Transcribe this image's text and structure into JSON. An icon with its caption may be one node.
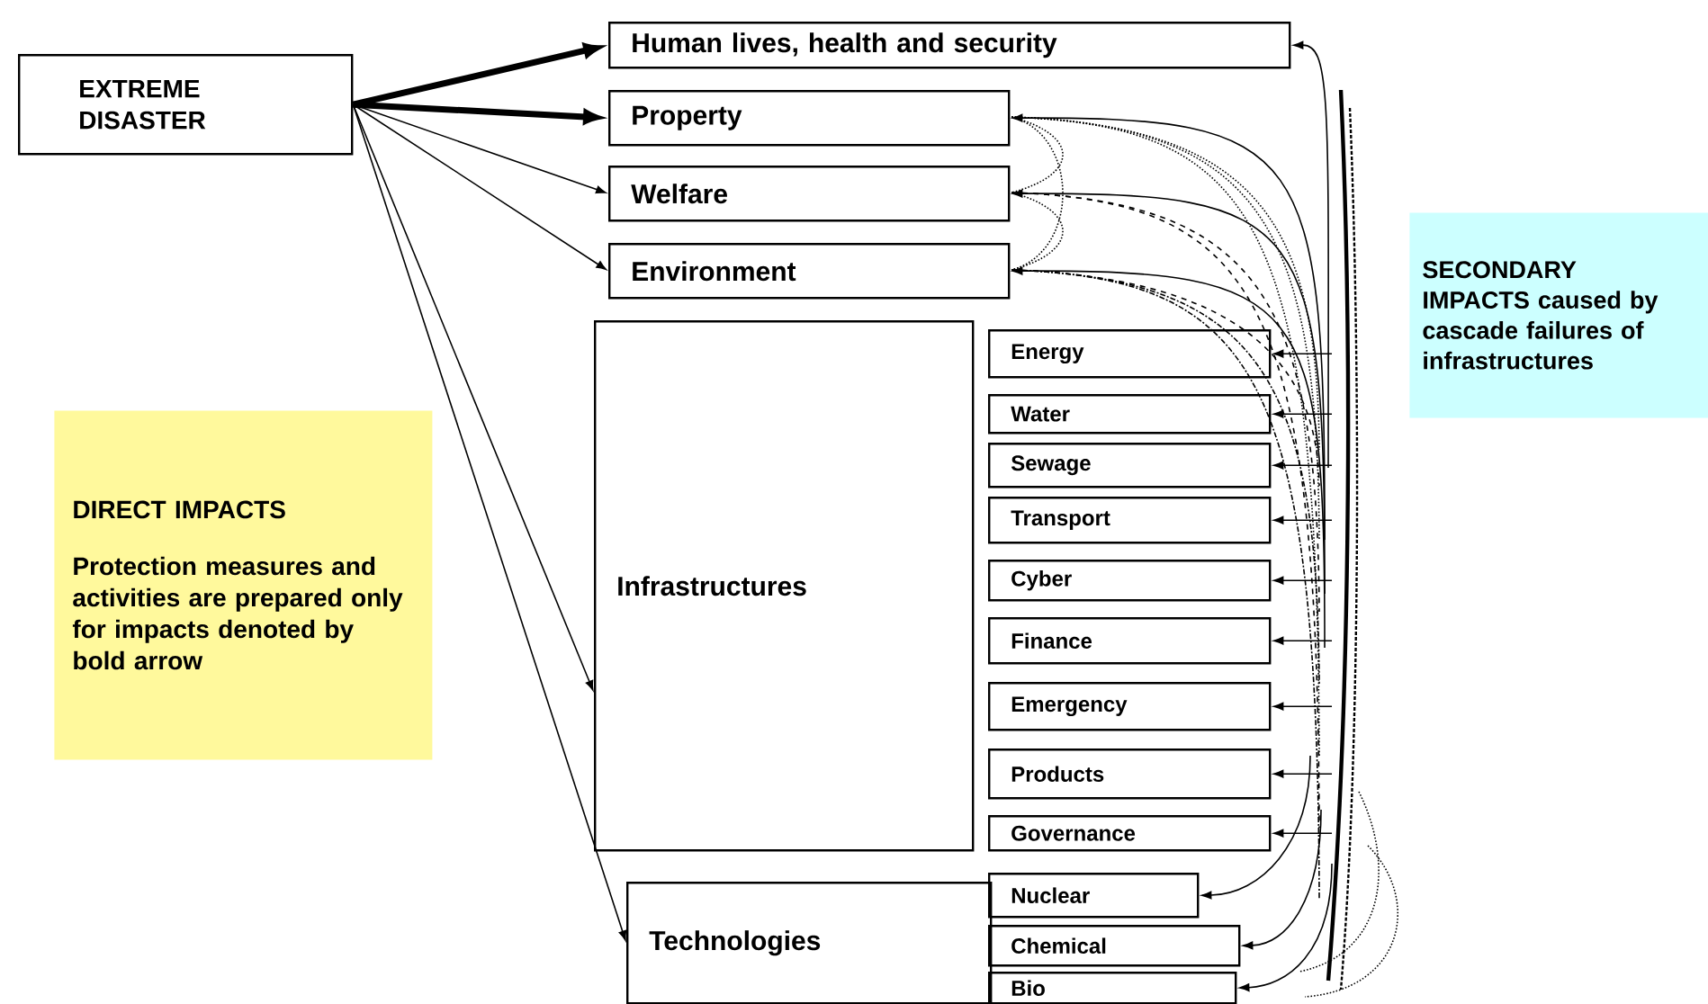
{
  "diagram": {
    "nodes": [
      {
        "text": [
          "EXTREME DISASTER"
        ]
      },
      {
        "text": [
          "Human lives, health and security"
        ]
      },
      {
        "text": [
          "Property"
        ]
      },
      {
        "text": [
          "Welfare"
        ]
      },
      {
        "text": [
          "Environment"
        ]
      },
      {
        "text": [
          "Infrastructures"
        ]
      },
      {
        "text": [
          "Energy"
        ]
      },
      {
        "text": [
          "Water"
        ]
      },
      {
        "text": [
          "Sewage"
        ]
      },
      {
        "text": [
          "Transport"
        ]
      },
      {
        "text": [
          "Cyber"
        ]
      },
      {
        "text": [
          "Finance"
        ]
      },
      {
        "text": [
          "Emergency"
        ]
      },
      {
        "text": [
          "Products"
        ]
      },
      {
        "text": [
          "Governance"
        ]
      },
      {
        "text": [
          "Technologies"
        ]
      },
      {
        "text": [
          "Nuclear"
        ]
      },
      {
        "text": [
          "Chemical"
        ]
      },
      {
        "text": [
          "Bio"
        ]
      },
      {
        "text": [
          "DIRECT IMPACTS",
          "Protection measures and activities are prepared only for impacts denoted by bold arrow"
        ]
      },
      {
        "text": [
          "SECONDARY IMPACTS caused by cascade failures of infrastructures"
        ]
      }
    ],
    "edges": [
      {
        "from": 0,
        "to": 1,
        "arrow": "to",
        "style": "thick"
      },
      {
        "from": 0,
        "to": 2,
        "arrow": "to",
        "style": "thick"
      },
      {
        "from": 0,
        "to": 3,
        "arrow": "to"
      },
      {
        "from": 0,
        "to": 4,
        "arrow": "to"
      },
      {
        "from": 0,
        "to": 5,
        "arrow": "to"
      },
      {
        "from": 0,
        "to": 15,
        "arrow": "to"
      },
      {
        "from": null,
        "to": 1,
        "arrow": "to"
      },
      {
        "from": null,
        "to": 2,
        "arrow": "to"
      },
      {
        "from": null,
        "to": 3,
        "arrow": "to"
      },
      {
        "from": null,
        "to": 4,
        "arrow": "to"
      },
      {
        "from": null,
        "to": 6,
        "arrow": "to"
      },
      {
        "from": null,
        "to": 7,
        "arrow": "to"
      },
      {
        "from": null,
        "to": 8,
        "arrow": "to"
      },
      {
        "from": null,
        "to": 9,
        "arrow": "to"
      },
      {
        "from": null,
        "to": 10,
        "arrow": "to"
      },
      {
        "from": null,
        "to": 11,
        "arrow": "to"
      },
      {
        "from": null,
        "to": 12,
        "arrow": "to"
      },
      {
        "from": null,
        "to": 13,
        "arrow": "to"
      },
      {
        "from": null,
        "to": 14,
        "arrow": "to"
      },
      {
        "from": null,
        "to": 16,
        "arrow": "to"
      },
      {
        "from": null,
        "to": 17,
        "arrow": "to"
      },
      {
        "from": null,
        "to": 18,
        "arrow": "to"
      }
    ]
  }
}
